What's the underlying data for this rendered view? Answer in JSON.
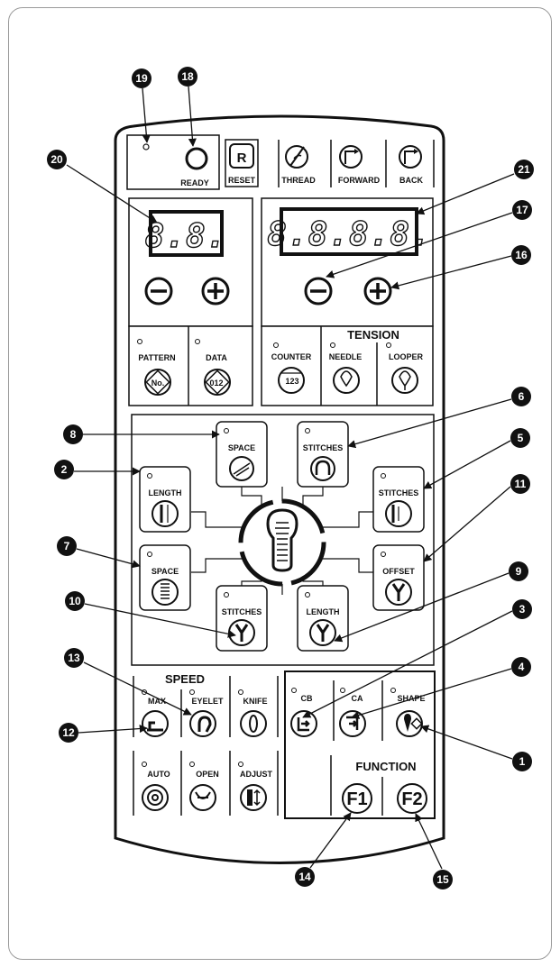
{
  "panel": {
    "top_row": {
      "ready_label": "READY",
      "reset_symbol": "R",
      "reset_label": "RESET",
      "thread_label": "THREAD",
      "forward_label": "FORWARD",
      "back_label": "BACK"
    },
    "display_left": {
      "digits": "8.8."
    },
    "display_right": {
      "digits": "8.8.8.8."
    },
    "pattern_label": "PATTERN",
    "pattern_symbol": "No.",
    "data_label": "DATA",
    "data_symbol": "012",
    "tension_title": "TENSION",
    "counter_label": "COUNTER",
    "counter_symbol": "123",
    "needle_label": "NEEDLE",
    "looper_label": "LOOPER",
    "center": {
      "space_top_label": "SPACE",
      "stitches_top_label": "STITCHES",
      "length_left_label": "LENGTH",
      "stitches_right_label": "STITCHES",
      "space_left_label": "SPACE",
      "offset_label": "OFFSET",
      "stitches_bottom_label": "STITCHES",
      "length_bottom_label": "LENGTH"
    },
    "speed_title": "SPEED",
    "max_label": "MAX",
    "eyelet_label": "EYELET",
    "knife_label": "KNIFE",
    "auto_label": "AUTO",
    "open_label": "OPEN",
    "adjust_label": "ADJUST",
    "cb_label": "CB",
    "ca_label": "CA",
    "shape_label": "SHAPE",
    "function_title": "FUNCTION",
    "f1_label": "F1",
    "f2_label": "F2"
  },
  "callouts": {
    "c1": "1",
    "c2": "2",
    "c3": "3",
    "c4": "4",
    "c5": "5",
    "c6": "6",
    "c7": "7",
    "c8": "8",
    "c9": "9",
    "c10": "10",
    "c11": "11",
    "c12": "12",
    "c13": "13",
    "c14": "14",
    "c15": "15",
    "c16": "16",
    "c17": "17",
    "c18": "18",
    "c19": "19",
    "c20": "20",
    "c21": "21"
  },
  "colors": {
    "ink": "#111111",
    "frame": "#9a9a9a",
    "background": "#ffffff"
  }
}
